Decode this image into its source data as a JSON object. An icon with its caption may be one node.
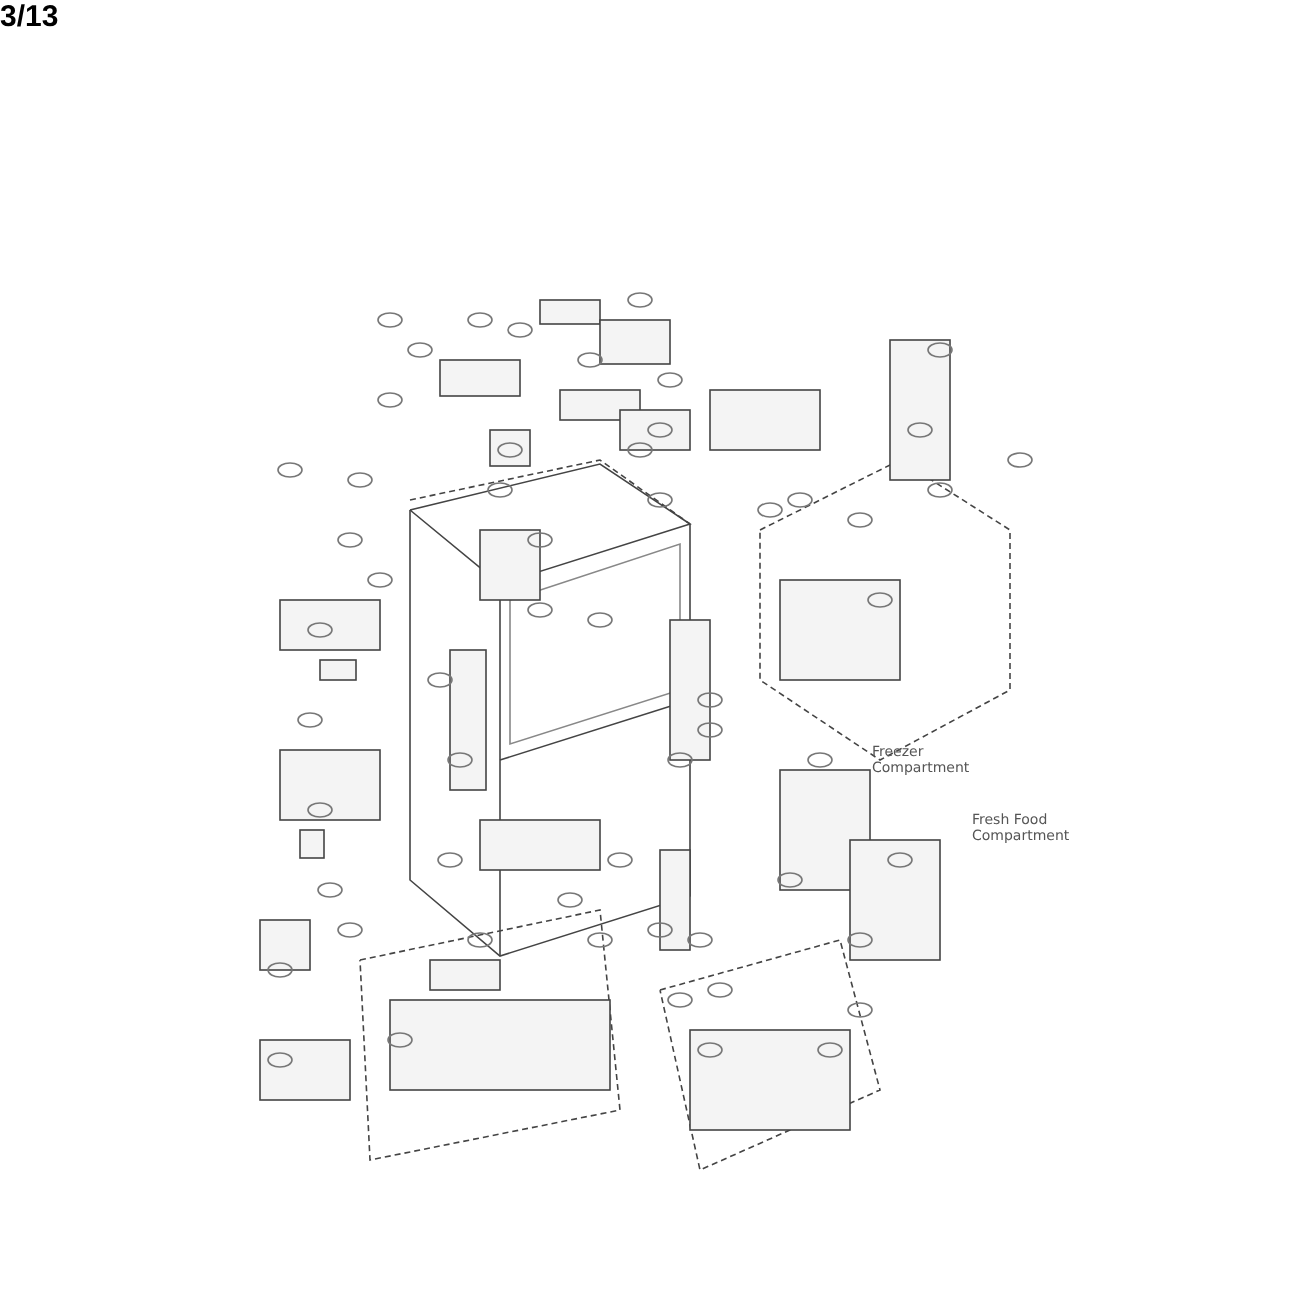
{
  "diagram": {
    "labels": [
      "Freezer Compartment",
      "Fresh Food Compartment",
      "3/13"
    ]
  }
}
